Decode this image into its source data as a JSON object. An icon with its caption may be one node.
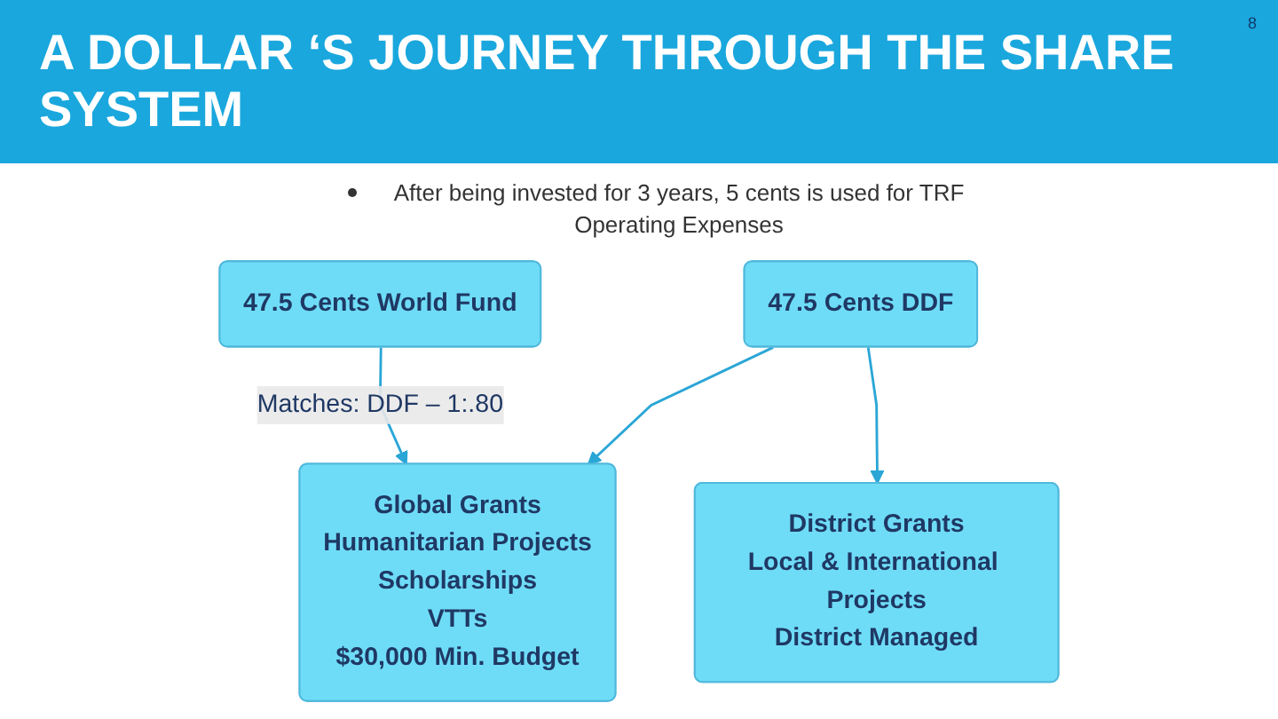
{
  "diagram": {
    "title": "A DOLLAR ‘S JOURNEY THROUGH THE SHARE SYSTEM",
    "nodes": [
      {
        "text": [
          "47.5 Cents World Fund"
        ]
      },
      {
        "text": [
          "47.5 Cents DDF"
        ]
      },
      {
        "text": [
          "Global Grants",
          "Humanitarian Projects",
          "Scholarships",
          "VTTs",
          "$30,000 Min. Budget"
        ]
      },
      {
        "text": [
          "District Grants",
          "Local & International Projects",
          "District Managed"
        ]
      }
    ],
    "edges": [
      {
        "from": 0,
        "to": 2,
        "arrow": "to",
        "label": "Matches: DDF – 1:.80"
      },
      {
        "from": 1,
        "to": 2,
        "arrow": "to"
      },
      {
        "from": 1,
        "to": 3,
        "arrow": "to"
      }
    ],
    "labels": [
      "8",
      "After being invested for 3 years, 5 cents is used for TRF Operating Expenses"
    ]
  }
}
